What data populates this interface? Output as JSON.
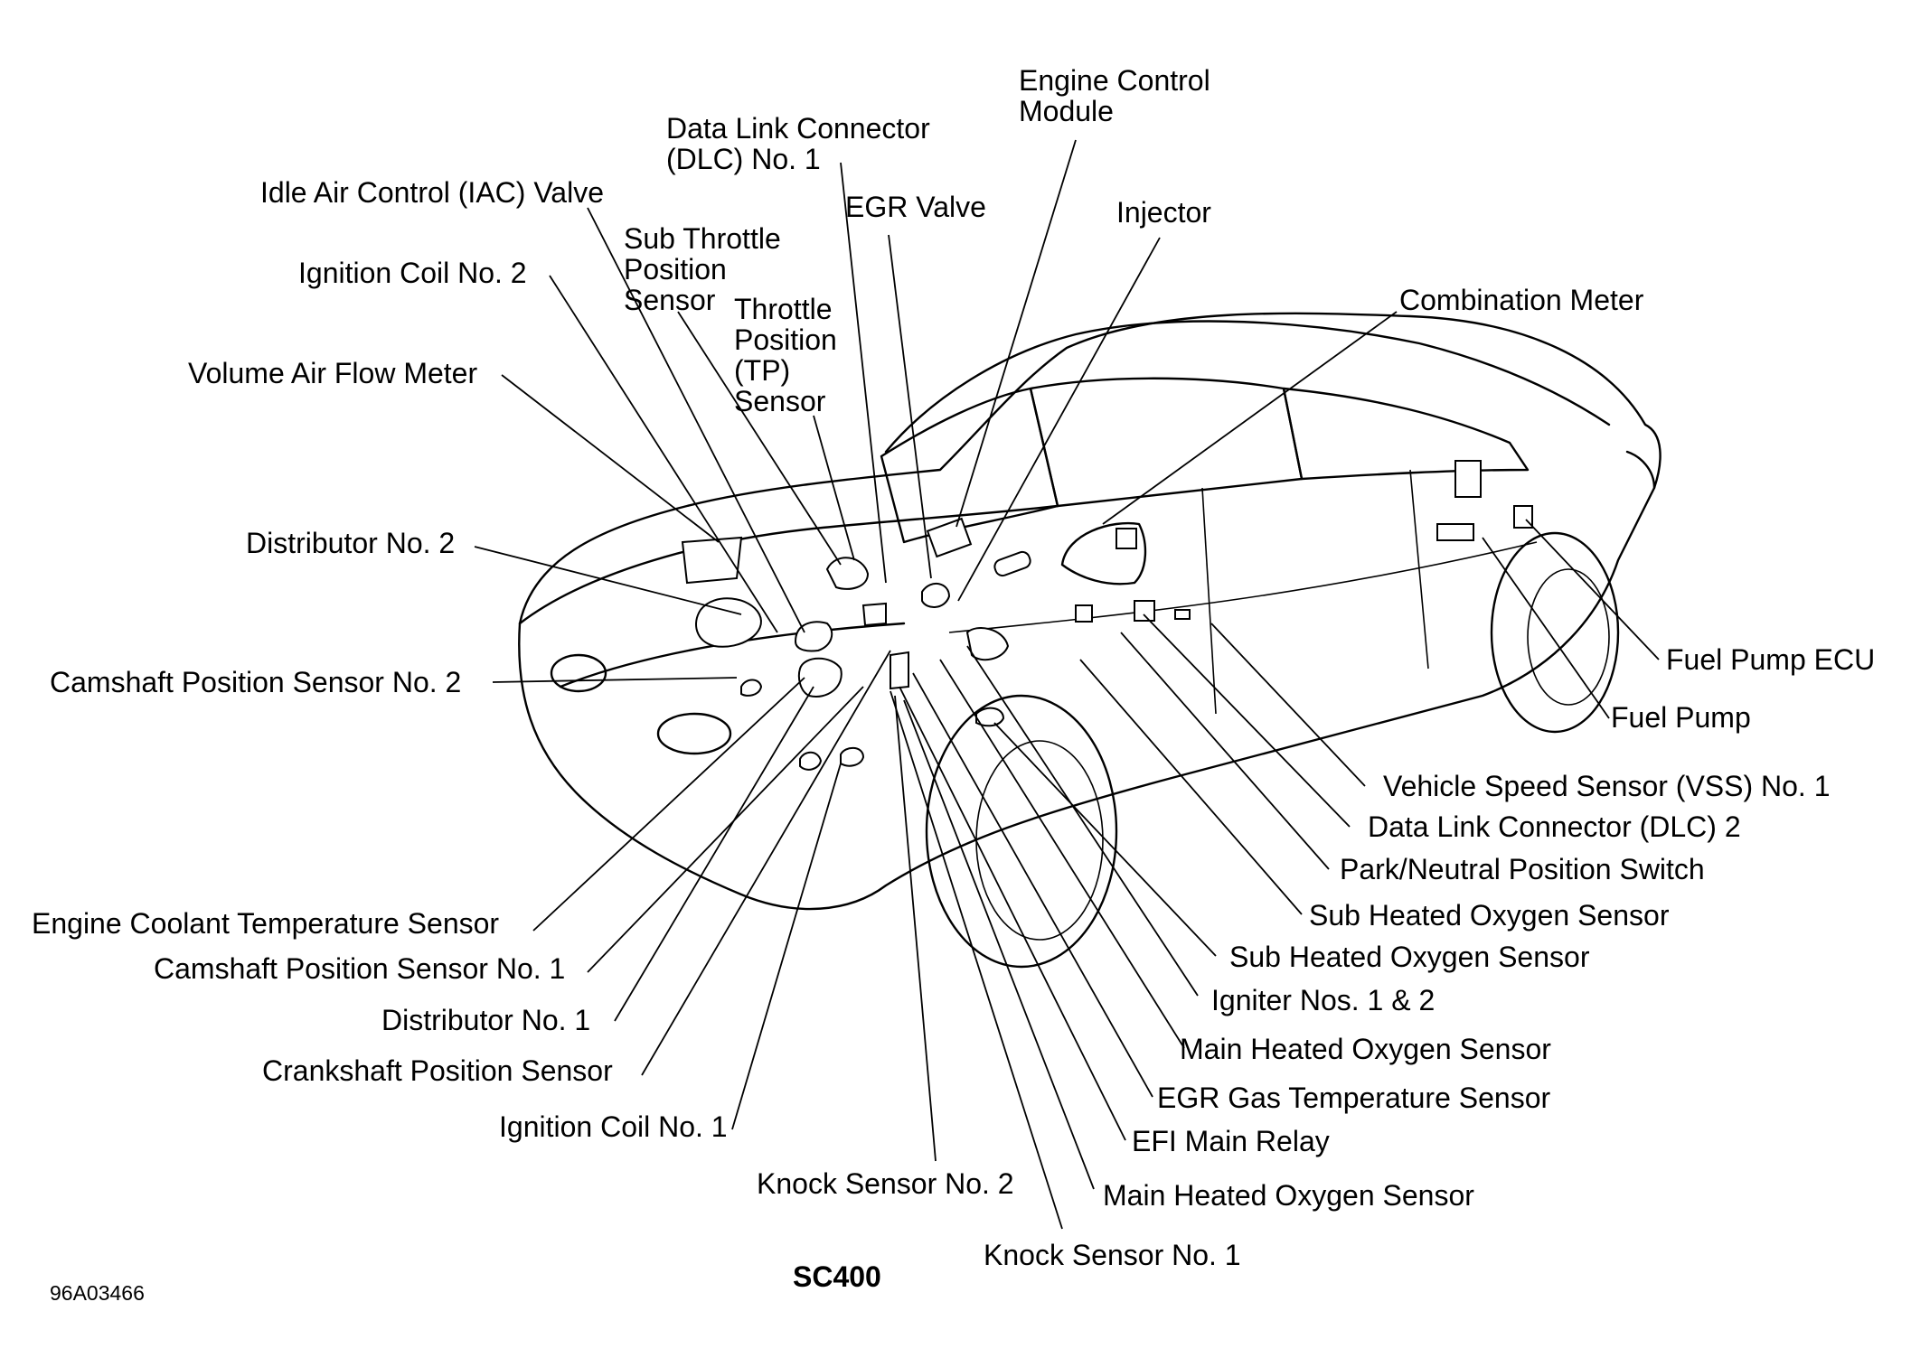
{
  "labels": {
    "engine_control_module": [
      "Engine Control",
      "Module"
    ],
    "dlc1": [
      "Data Link Connector",
      "(DLC) No. 1"
    ],
    "iac_valve": "Idle Air Control (IAC) Valve",
    "egr_valve": "EGR Valve",
    "injector": "Injector",
    "sub_throttle": [
      "Sub Throttle",
      "Position",
      "Sensor"
    ],
    "ignition_coil_2": "Ignition Coil No. 2",
    "throttle_position": [
      "Throttle",
      "Position",
      "(TP)",
      "Sensor"
    ],
    "combination_meter": "Combination Meter",
    "vaf_meter": "Volume Air Flow Meter",
    "distributor_2": "Distributor No. 2",
    "camshaft_2": "Camshaft Position Sensor No. 2",
    "fuel_pump_ecu": "Fuel Pump ECU",
    "fuel_pump": "Fuel Pump",
    "vss1": "Vehicle Speed Sensor (VSS) No. 1",
    "dlc2": "Data Link Connector (DLC) 2",
    "park_neutral": "Park/Neutral Position Switch",
    "sub_heated_o2_a": "Sub Heated Oxygen Sensor",
    "engine_coolant": "Engine Coolant Temperature Sensor",
    "sub_heated_o2_b": "Sub Heated Oxygen Sensor",
    "camshaft_1": "Camshaft Position Sensor No. 1",
    "igniter": "Igniter Nos. 1 & 2",
    "distributor_1": "Distributor No. 1",
    "main_heated_o2_a": "Main Heated Oxygen Sensor",
    "crankshaft": "Crankshaft Position Sensor",
    "egr_gas_temp": "EGR Gas Temperature Sensor",
    "ignition_coil_1": "Ignition Coil No. 1",
    "efi_main_relay": "EFI Main Relay",
    "knock_2": "Knock Sensor No. 2",
    "main_heated_o2_b": "Main Heated Oxygen Sensor",
    "knock_1": "Knock Sensor No. 1"
  },
  "model": "SC400",
  "figure_code": "96A03466"
}
